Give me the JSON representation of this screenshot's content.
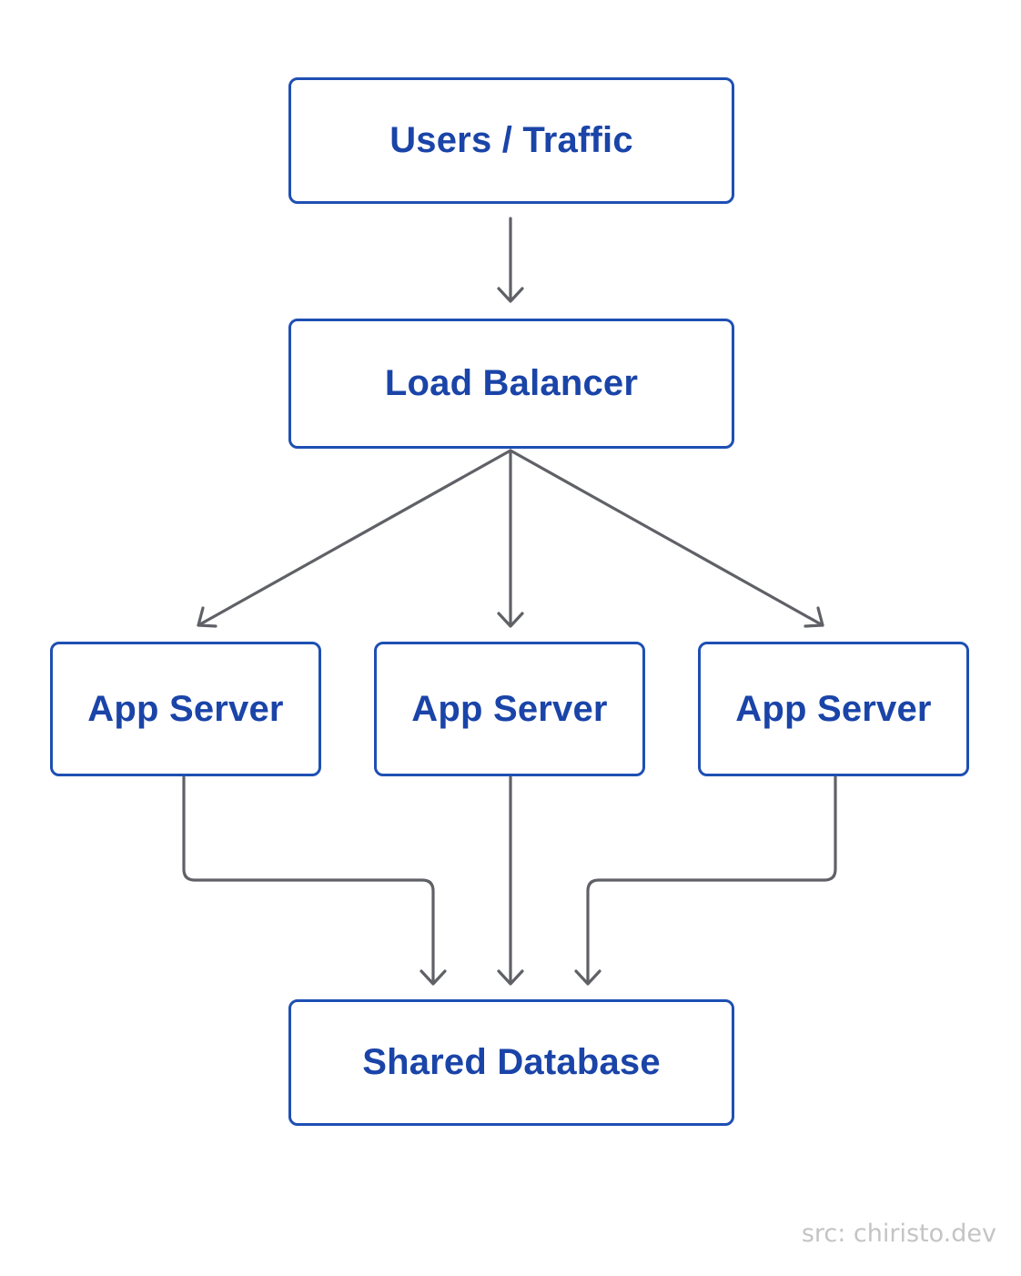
{
  "nodes": {
    "users": "Users / Traffic",
    "load_balancer": "Load Balancer",
    "app_servers": [
      "App Server",
      "App Server",
      "App Server"
    ],
    "database": "Shared Database"
  },
  "source": "src: chiristo.dev",
  "colors": {
    "node_border": "#1e4fb3",
    "node_text": "#1a44a8",
    "connector": "#5f6166",
    "source_text": "#c4c4c4"
  }
}
